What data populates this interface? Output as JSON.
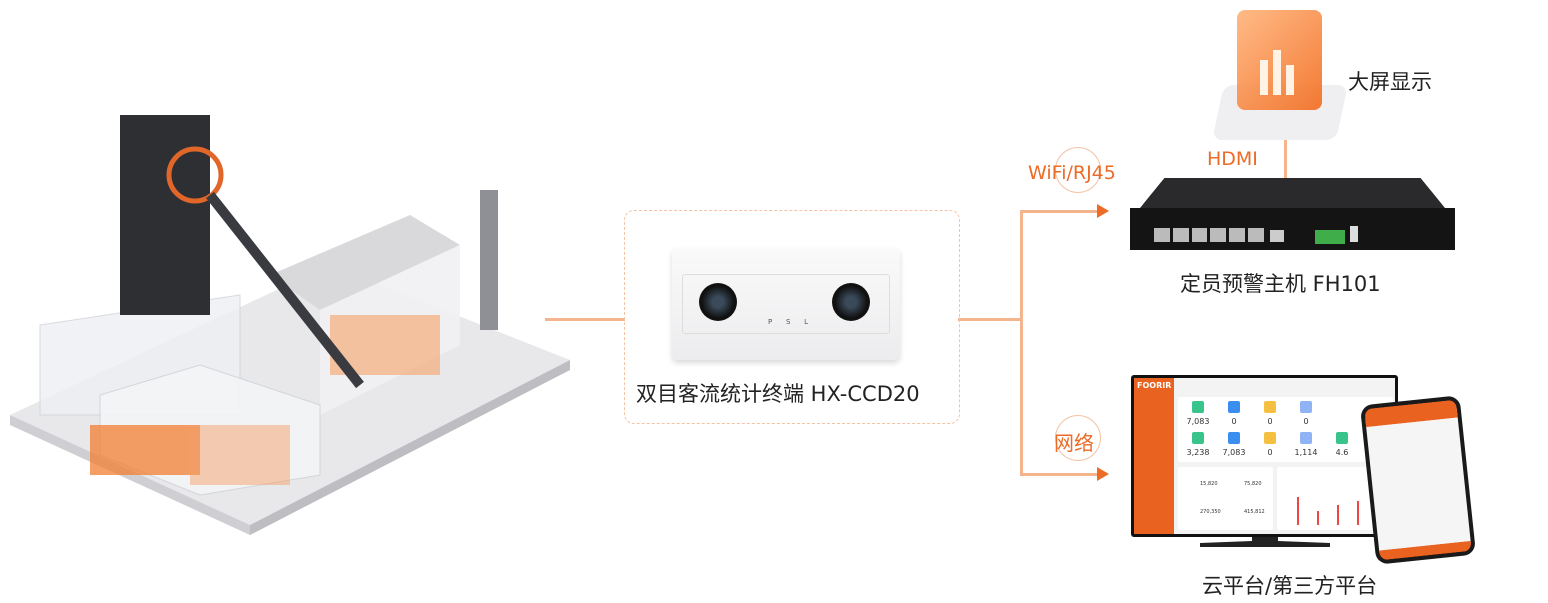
{
  "factory": {
    "name": "mine-facility-illustration"
  },
  "camera": {
    "leds": [
      "P",
      "S",
      "L"
    ],
    "label": "双目客流统计终端  HX-CCD20"
  },
  "links": {
    "wifi": "WiFi/RJ45",
    "network": "网络",
    "hdmi": "HDMI"
  },
  "host": {
    "label": "定员预警主机  FH101"
  },
  "display": {
    "label": "大屏显示"
  },
  "cloud": {
    "label": "云平台/第三方平台",
    "brand": "FOORIR",
    "stats": [
      "7,083",
      "0",
      "0",
      "0",
      "3,238",
      "7,083",
      "0",
      "1,114",
      "4.6"
    ],
    "panel_values": [
      "15,820",
      "75,820",
      "270,350",
      "415,812"
    ]
  },
  "colors": {
    "accent": "#ec6b26",
    "line": "#f4b48e",
    "dark": "#1b1b1b"
  }
}
